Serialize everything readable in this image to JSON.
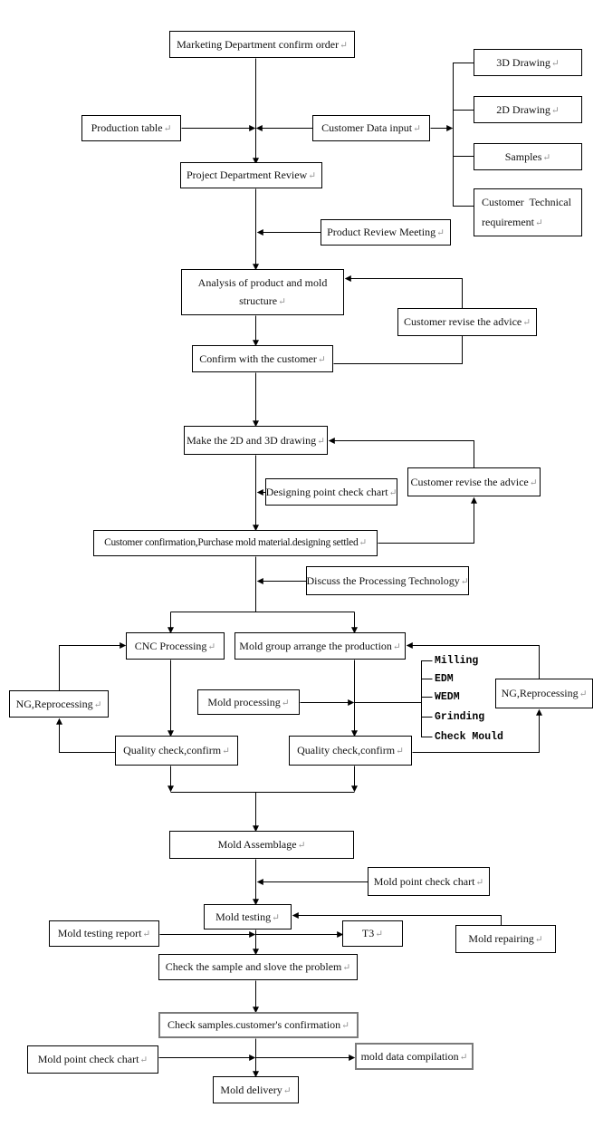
{
  "ui": {
    "return_mark": "↵"
  },
  "flowchart": {
    "nodes": {
      "marketing": {
        "label": "Marketing Department confirm order"
      },
      "drawing3d": {
        "label": "3D Drawing"
      },
      "drawing2d": {
        "label": "2D Drawing"
      },
      "samples": {
        "label": "Samples"
      },
      "customerTechnical": {
        "label": "Customer  Technical\nrequirement"
      },
      "productionTable": {
        "label": "Production table"
      },
      "customerData": {
        "label": "Customer Data input"
      },
      "projectReview": {
        "label": "Project Department Review"
      },
      "productReviewMeeting": {
        "label": "Product Review Meeting"
      },
      "analysis": {
        "label": "Analysis of product and mold\nstructure"
      },
      "customerRevise1": {
        "label": "Customer revise the advice"
      },
      "confirmCustomer": {
        "label": "Confirm with the customer"
      },
      "make2d3d": {
        "label": "Make the 2D and 3D drawing"
      },
      "customerRevise2": {
        "label": "Customer revise the advice"
      },
      "designingCheckChart": {
        "label": "Designing point check chart"
      },
      "customerConfirmation": {
        "label": "Customer confirmation,Purchase mold material.designing settled"
      },
      "discussProcessing": {
        "label": "Discuss the Processing Technology"
      },
      "cncProcessing": {
        "label": "CNC Processing"
      },
      "moldGroup": {
        "label": "Mold group arrange the production"
      },
      "ngReprocessingLeft": {
        "label": "NG,Reprocessing"
      },
      "moldProcessing": {
        "label": "Mold processing"
      },
      "ngReprocessingRight": {
        "label": "NG,Reprocessing"
      },
      "qualityCheck1": {
        "label": "Quality check,confirm"
      },
      "qualityCheck2": {
        "label": "Quality check,confirm"
      },
      "moldAssemblage": {
        "label": "Mold Assemblage"
      },
      "moldPointCheckChart1": {
        "label": "Mold point check chart"
      },
      "moldTesting": {
        "label": "Mold testing"
      },
      "moldTestingReport": {
        "label": "Mold testing report"
      },
      "t3": {
        "label": "T3"
      },
      "moldRepairing": {
        "label": "Mold repairing"
      },
      "checkSample": {
        "label": "Check the sample and slove the problem"
      },
      "checkSamplesConfirmation": {
        "label": "Check samples.customer's confirmation"
      },
      "moldPointCheckChart2": {
        "label": "Mold point check chart"
      },
      "moldDataCompilation": {
        "label": "mold data compilation"
      },
      "moldDelivery": {
        "label": "Mold delivery"
      }
    },
    "process": {
      "items": [
        "Milling",
        "EDM",
        "WEDM",
        "Grinding",
        "Check Mould"
      ]
    },
    "edges": [
      [
        "marketing",
        "projectReview"
      ],
      [
        "productionTable",
        "projectReview"
      ],
      [
        "customerData",
        "projectReview"
      ],
      [
        "customerData",
        "drawing3d"
      ],
      [
        "customerData",
        "drawing2d"
      ],
      [
        "customerData",
        "samples"
      ],
      [
        "customerData",
        "customerTechnical"
      ],
      [
        "productReviewMeeting",
        "analysis"
      ],
      [
        "projectReview",
        "analysis"
      ],
      [
        "analysis",
        "confirmCustomer"
      ],
      [
        "confirmCustomer",
        "customerRevise1"
      ],
      [
        "customerRevise1",
        "analysis"
      ],
      [
        "confirmCustomer",
        "make2d3d"
      ],
      [
        "designingCheckChart",
        "customerConfirmation"
      ],
      [
        "make2d3d",
        "customerConfirmation"
      ],
      [
        "customerConfirmation",
        "customerRevise2"
      ],
      [
        "customerRevise2",
        "make2d3d"
      ],
      [
        "discussProcessing",
        "customerConfirmation"
      ],
      [
        "customerConfirmation",
        "cncProcessing"
      ],
      [
        "customerConfirmation",
        "moldGroup"
      ],
      [
        "cncProcessing",
        "qualityCheck1"
      ],
      [
        "qualityCheck1",
        "ngReprocessingLeft"
      ],
      [
        "ngReprocessingLeft",
        "cncProcessing"
      ],
      [
        "moldGroup",
        "qualityCheck2"
      ],
      [
        "moldProcessing",
        "moldGroup"
      ],
      [
        "qualityCheck2",
        "ngReprocessingRight"
      ],
      [
        "ngReprocessingRight",
        "moldGroup"
      ],
      [
        "qualityCheck1",
        "moldAssemblage"
      ],
      [
        "qualityCheck2",
        "moldAssemblage"
      ],
      [
        "moldPointCheckChart1",
        "moldTesting"
      ],
      [
        "moldAssemblage",
        "moldTesting"
      ],
      [
        "moldRepairing",
        "moldTesting"
      ],
      [
        "moldTestingReport",
        "t3"
      ],
      [
        "moldTesting",
        "checkSample"
      ],
      [
        "checkSample",
        "checkSamplesConfirmation"
      ],
      [
        "moldPointCheckChart2",
        "moldDataCompilation"
      ],
      [
        "checkSamplesConfirmation",
        "moldDelivery"
      ]
    ]
  }
}
